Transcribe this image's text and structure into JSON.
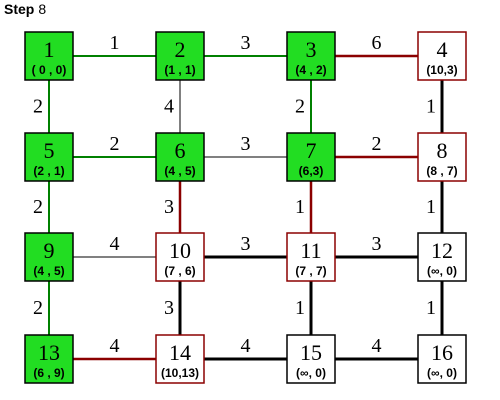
{
  "header": {
    "step_word": "Step",
    "step_number": "8"
  },
  "colors": {
    "visited_fill": "#22dd22",
    "visited_border": "#000000",
    "frontier_border": "#8b0000",
    "unvisited_border": "#000000",
    "edge_tree": "#008000",
    "edge_frontier": "#8b0000",
    "edge_unexplored": "#000000",
    "edge_considered": "#000000"
  },
  "nodes": [
    {
      "id": "1",
      "label": "( 0 , 0)",
      "state": "visited",
      "row": 0,
      "col": 0
    },
    {
      "id": "2",
      "label": "(1 , 1)",
      "state": "visited",
      "row": 0,
      "col": 1
    },
    {
      "id": "3",
      "label": "(4 , 2)",
      "state": "visited",
      "row": 0,
      "col": 2
    },
    {
      "id": "4",
      "label": "(10,3)",
      "state": "frontier",
      "row": 0,
      "col": 3
    },
    {
      "id": "5",
      "label": "(2 , 1)",
      "state": "visited",
      "row": 1,
      "col": 0
    },
    {
      "id": "6",
      "label": "(4 , 5)",
      "state": "visited",
      "row": 1,
      "col": 1
    },
    {
      "id": "7",
      "label": "(6,3)",
      "state": "visited",
      "row": 1,
      "col": 2
    },
    {
      "id": "8",
      "label": "(8 , 7)",
      "state": "frontier",
      "row": 1,
      "col": 3
    },
    {
      "id": "9",
      "label": "(4 , 5)",
      "state": "visited",
      "row": 2,
      "col": 0
    },
    {
      "id": "10",
      "label": "(7 , 6)",
      "state": "frontier",
      "row": 2,
      "col": 1
    },
    {
      "id": "11",
      "label": "(7 , 7)",
      "state": "frontier",
      "row": 2,
      "col": 2
    },
    {
      "id": "12",
      "label": "(∞, 0)",
      "state": "unvisited",
      "row": 2,
      "col": 3
    },
    {
      "id": "13",
      "label": "(6 , 9)",
      "state": "visited",
      "row": 3,
      "col": 0
    },
    {
      "id": "14",
      "label": "(10,13)",
      "state": "frontier",
      "row": 3,
      "col": 1
    },
    {
      "id": "15",
      "label": "(∞, 0)",
      "state": "unvisited",
      "row": 3,
      "col": 2
    },
    {
      "id": "16",
      "label": "(∞, 0)",
      "state": "unvisited",
      "row": 3,
      "col": 3
    }
  ],
  "edges": [
    {
      "from": "1",
      "to": "2",
      "weight": "1",
      "type": "tree"
    },
    {
      "from": "2",
      "to": "3",
      "weight": "3",
      "type": "tree"
    },
    {
      "from": "3",
      "to": "4",
      "weight": "6",
      "type": "frontier"
    },
    {
      "from": "5",
      "to": "6",
      "weight": "2",
      "type": "tree"
    },
    {
      "from": "6",
      "to": "7",
      "weight": "3",
      "type": "considered"
    },
    {
      "from": "7",
      "to": "8",
      "weight": "2",
      "type": "frontier"
    },
    {
      "from": "9",
      "to": "10",
      "weight": "4",
      "type": "considered"
    },
    {
      "from": "10",
      "to": "11",
      "weight": "3",
      "type": "unexplored"
    },
    {
      "from": "11",
      "to": "12",
      "weight": "3",
      "type": "unexplored"
    },
    {
      "from": "13",
      "to": "14",
      "weight": "4",
      "type": "frontier"
    },
    {
      "from": "14",
      "to": "15",
      "weight": "4",
      "type": "unexplored"
    },
    {
      "from": "15",
      "to": "16",
      "weight": "4",
      "type": "unexplored"
    },
    {
      "from": "1",
      "to": "5",
      "weight": "2",
      "type": "tree"
    },
    {
      "from": "5",
      "to": "9",
      "weight": "2",
      "type": "tree"
    },
    {
      "from": "9",
      "to": "13",
      "weight": "2",
      "type": "tree"
    },
    {
      "from": "2",
      "to": "6",
      "weight": "4",
      "type": "considered"
    },
    {
      "from": "6",
      "to": "10",
      "weight": "3",
      "type": "frontier"
    },
    {
      "from": "10",
      "to": "14",
      "weight": "3",
      "type": "unexplored"
    },
    {
      "from": "3",
      "to": "7",
      "weight": "2",
      "type": "tree"
    },
    {
      "from": "7",
      "to": "11",
      "weight": "1",
      "type": "frontier"
    },
    {
      "from": "11",
      "to": "15",
      "weight": "1",
      "type": "unexplored"
    },
    {
      "from": "4",
      "to": "8",
      "weight": "1",
      "type": "unexplored"
    },
    {
      "from": "8",
      "to": "12",
      "weight": "1",
      "type": "unexplored"
    },
    {
      "from": "12",
      "to": "16",
      "weight": "1",
      "type": "unexplored"
    }
  ]
}
